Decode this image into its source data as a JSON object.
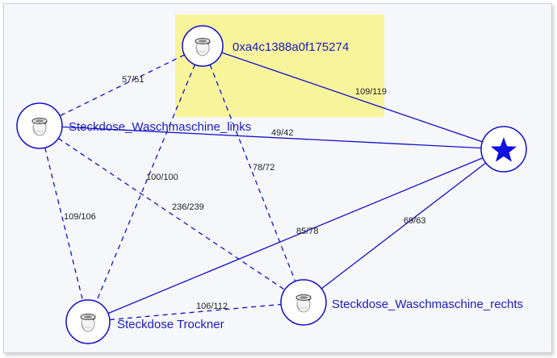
{
  "diagram": {
    "colors": {
      "edge": "#1010c8",
      "node_border": "#1010c8",
      "label": "#1a1ac0",
      "highlight": "#f7f49c",
      "background": "#f6f7fb"
    },
    "nodes": [
      {
        "id": "coordinator",
        "label": "0xa4c1388a0f175274",
        "icon": "zigbee-plug-icon",
        "highlighted": true
      },
      {
        "id": "links",
        "label": "Steckdose_Waschmaschine_links",
        "icon": "zigbee-plug-icon"
      },
      {
        "id": "hub",
        "label": "",
        "icon": "star-icon"
      },
      {
        "id": "trockner",
        "label": "Steckdose Trockner",
        "icon": "zigbee-plug-icon"
      },
      {
        "id": "rechts",
        "label": "Steckdose_Waschmaschine_rechts",
        "icon": "zigbee-plug-icon"
      }
    ],
    "edges": [
      {
        "from": "coordinator",
        "to": "links",
        "label": "57/51",
        "style": "dashed"
      },
      {
        "from": "coordinator",
        "to": "hub",
        "label": "109/119",
        "style": "solid"
      },
      {
        "from": "coordinator",
        "to": "trockner",
        "label": "100/100",
        "style": "dashed"
      },
      {
        "from": "coordinator",
        "to": "rechts",
        "label": "78/72",
        "style": "dashed"
      },
      {
        "from": "links",
        "to": "hub",
        "label": "49/42",
        "style": "solid"
      },
      {
        "from": "links",
        "to": "trockner",
        "label": "109/106",
        "style": "dashed"
      },
      {
        "from": "links",
        "to": "rechts",
        "label": "236/239",
        "style": "dashed"
      },
      {
        "from": "hub",
        "to": "trockner",
        "label": "85/78",
        "style": "solid"
      },
      {
        "from": "hub",
        "to": "rechts",
        "label": "69/63",
        "style": "solid"
      },
      {
        "from": "trockner",
        "to": "rechts",
        "label": "106/112",
        "style": "dashed"
      }
    ]
  }
}
